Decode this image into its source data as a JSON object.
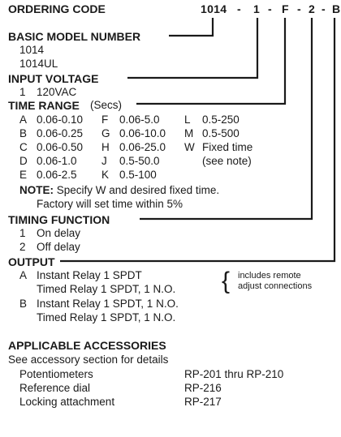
{
  "ordering_code": {
    "label": "ORDERING CODE",
    "part_model": "1014",
    "part_voltage": "1",
    "part_range": "F",
    "part_function": "2",
    "part_output": "B",
    "separator": "-"
  },
  "basic_model": {
    "heading": "BASIC MODEL NUMBER",
    "items": [
      "1014",
      "1014UL"
    ]
  },
  "input_voltage": {
    "heading": "INPUT VOLTAGE",
    "items": [
      {
        "code": "1",
        "label": "120VAC"
      }
    ]
  },
  "time_range": {
    "heading": "TIME RANGE",
    "heading_unit": "(Secs)",
    "col1": [
      {
        "code": "A",
        "label": "0.06-0.10"
      },
      {
        "code": "B",
        "label": "0.06-0.25"
      },
      {
        "code": "C",
        "label": "0.06-0.50"
      },
      {
        "code": "D",
        "label": "0.06-1.0"
      },
      {
        "code": "E",
        "label": "0.06-2.5"
      }
    ],
    "col2": [
      {
        "code": "F",
        "label": "0.06-5.0"
      },
      {
        "code": "G",
        "label": "0.06-10.0"
      },
      {
        "code": "H",
        "label": "0.06-25.0"
      },
      {
        "code": "J",
        "label": "0.5-50.0"
      },
      {
        "code": "K",
        "label": "0.5-100"
      }
    ],
    "col3": [
      {
        "code": "L",
        "label": "0.5-250"
      },
      {
        "code": "M",
        "label": "0.5-500"
      },
      {
        "code": "W",
        "label": "Fixed time"
      },
      {
        "code": "",
        "label": "(see note)"
      }
    ],
    "note_label": "NOTE:",
    "note_line1": " Specify W and desired fixed time.",
    "note_line2": "Factory will set time within 5%"
  },
  "timing_function": {
    "heading": "TIMING FUNCTION",
    "items": [
      {
        "code": "1",
        "label": "On delay"
      },
      {
        "code": "2",
        "label": "Off delay"
      }
    ]
  },
  "output": {
    "heading": "OUTPUT",
    "items": [
      {
        "code": "A",
        "line1": "Instant Relay 1 SPDT",
        "line2": "Timed Relay 1 SPDT, 1 N.O."
      },
      {
        "code": "B",
        "line1": "Instant Relay 1 SPDT, 1 N.O.",
        "line2": "Timed Relay 1 SPDT, 1 N.O."
      }
    ],
    "brace_note_line1": "includes remote",
    "brace_note_line2": "adjust connections"
  },
  "accessories": {
    "heading": "APPLICABLE ACCESSORIES",
    "subtitle": "See accessory section for details",
    "items": [
      {
        "name": "Potentiometers",
        "part": "RP-201 thru RP-210"
      },
      {
        "name": "Reference dial",
        "part": "RP-216"
      },
      {
        "name": "Locking attachment",
        "part": "RP-217"
      }
    ]
  }
}
